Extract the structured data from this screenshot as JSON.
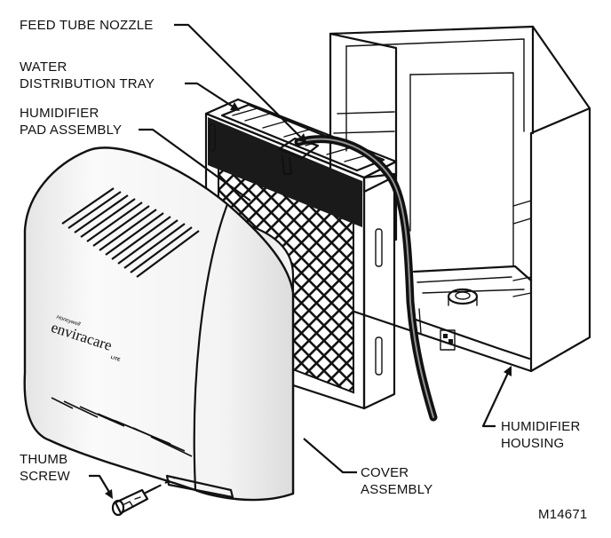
{
  "labels": {
    "feed_tube_nozzle": "FEED TUBE NOZZLE",
    "water_distribution_tray": [
      "WATER",
      "DISTRIBUTION TRAY"
    ],
    "humidifier_pad_assembly": [
      "HUMIDIFIER",
      "PAD ASSEMBLY"
    ],
    "humidifier_housing": [
      "HUMIDIFIER",
      "HOUSING"
    ],
    "cover_assembly": [
      "COVER",
      "ASSEMBLY"
    ],
    "thumb_screw": [
      "THUMB",
      "SCREW"
    ],
    "figure_id": "M14671"
  },
  "brand": {
    "maker": "Honeywell",
    "name": "enviracare",
    "suffix": "LITE"
  },
  "colors": {
    "ink": "#111111",
    "paper": "#ffffff",
    "pad_dark": "#1a1a1a",
    "cover_light": "#f2f2f2"
  }
}
